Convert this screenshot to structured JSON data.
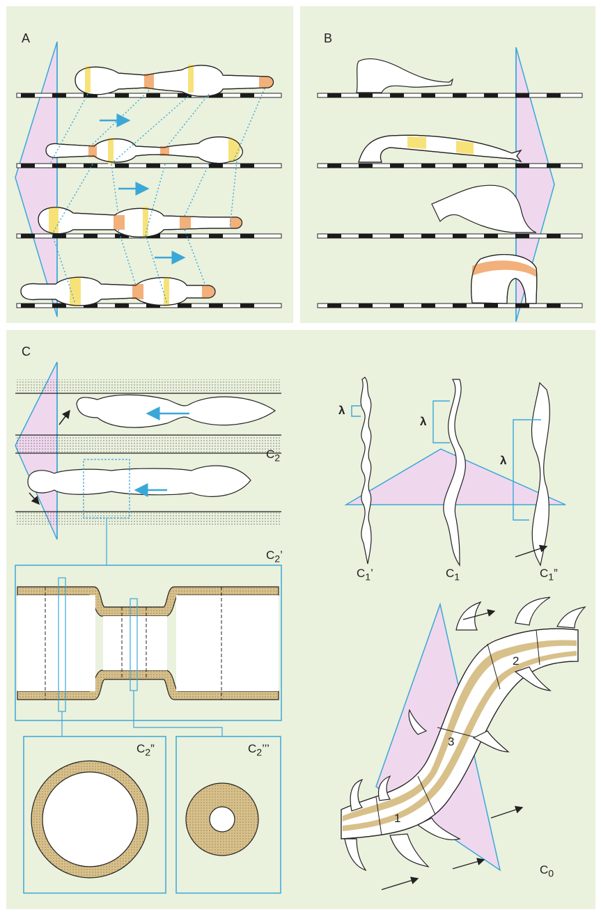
{
  "panels": {
    "a": {
      "label": "A"
    },
    "b": {
      "label": "B"
    },
    "c": {
      "label": "C"
    }
  },
  "labels": {
    "c2": "C",
    "c2_sub": "2",
    "c2p": "C",
    "c2p_sub": "2",
    "c2p_mark": "’",
    "c2pp": "C",
    "c2pp_sub": "2",
    "c2pp_mark": "”",
    "c2ppp": "C",
    "c2ppp_sub": "2",
    "c2ppp_mark": "’’’",
    "c1p": "C",
    "c1p_sub": "1",
    "c1p_mark": "’",
    "c1": "C",
    "c1_sub": "1",
    "c1pp": "C",
    "c1pp_sub": "1",
    "c1pp_mark": "”",
    "c0": "C",
    "c0_sub": "0",
    "lambda": "λ",
    "seg1": "1",
    "seg2": "2",
    "seg3": "3"
  },
  "colors": {
    "background": "#eaf1dd",
    "guide_blue": "#3aa7d8",
    "pink_fill": "#efd8ee",
    "yellow_band": "#f7e27a",
    "orange_band": "#f2b07b",
    "tan_wall": "#d8c08a",
    "ground_dark": "#1a1a1a"
  }
}
